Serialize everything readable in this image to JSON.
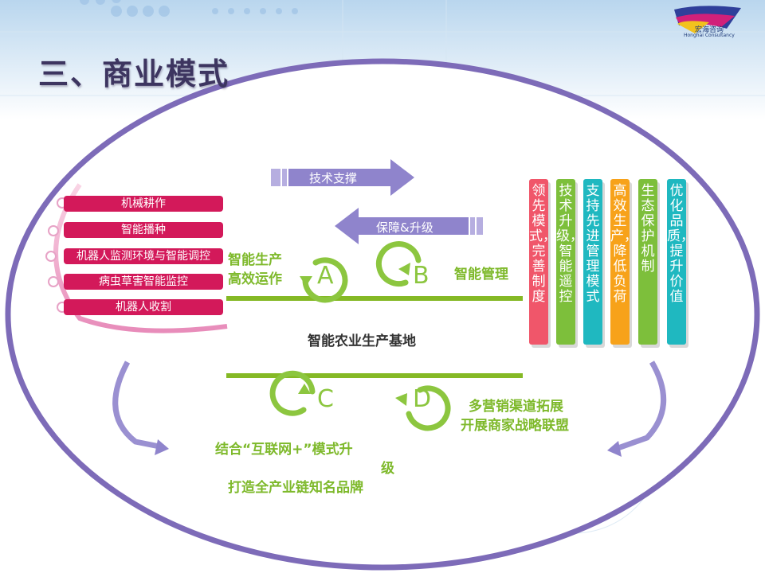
{
  "title": "三、商业模式",
  "logo": {
    "name": "宏海咨询",
    "subtitle": "Honghai Consultancy"
  },
  "arrows": [
    {
      "label": "技术支撑",
      "direction": "right"
    },
    {
      "label": "保障&升级",
      "direction": "left"
    }
  ],
  "left_items": [
    "机械耕作",
    "智能播种",
    "机器人监测环境与智能调控",
    "病虫草害智能监控",
    "机器人收割"
  ],
  "cycle": {
    "a": {
      "letter": "A",
      "text_lines": [
        "智能生产",
        "高效运作"
      ]
    },
    "b": {
      "letter": "B",
      "text": "智能管理"
    },
    "c": {
      "letter": "C",
      "text_lines": [
        "结合“互联网+”模式升",
        "级",
        "打造全产业链知名品牌"
      ]
    },
    "d": {
      "letter": "D",
      "text_lines": [
        "多营销渠道拓展",
        "开展商家战略联盟"
      ]
    }
  },
  "center": "智能农业生产基地",
  "columns": [
    {
      "text": "领先模式，完善制度",
      "color": "#f0566a"
    },
    {
      "text": "技术升级，智能遥控",
      "color": "#7dbf3b"
    },
    {
      "text": "支持先进管理模式",
      "color": "#1fb8c0"
    },
    {
      "text": "高效生产，降低负荷",
      "color": "#f7a21a"
    },
    {
      "text": "生态保护机制",
      "color": "#7dbf3b"
    },
    {
      "text": "优化品质，提升价值",
      "color": "#1fb8c0"
    }
  ]
}
